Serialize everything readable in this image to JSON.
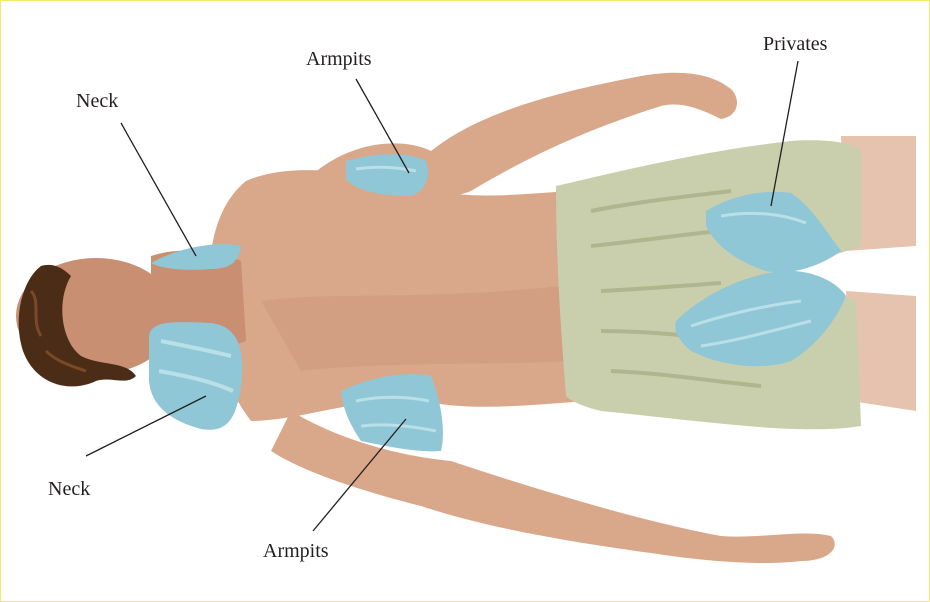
{
  "labels": {
    "neck_top": "Neck",
    "neck_bottom": "Neck",
    "armpits_top": "Armpits",
    "armpits_bottom": "Armpits",
    "privates": "Privates"
  },
  "colors": {
    "frame_border": "#f3ea6a",
    "skin": "#d9a88a",
    "skin_shadow": "#c88f72",
    "shorts": "#c9cfac",
    "shorts_shadow": "#a8ae88",
    "ice_pack": "#8fc7d6",
    "ice_pack_light": "#b9dfe8",
    "hair": "#4a2c17",
    "leader_line": "#231f20"
  }
}
